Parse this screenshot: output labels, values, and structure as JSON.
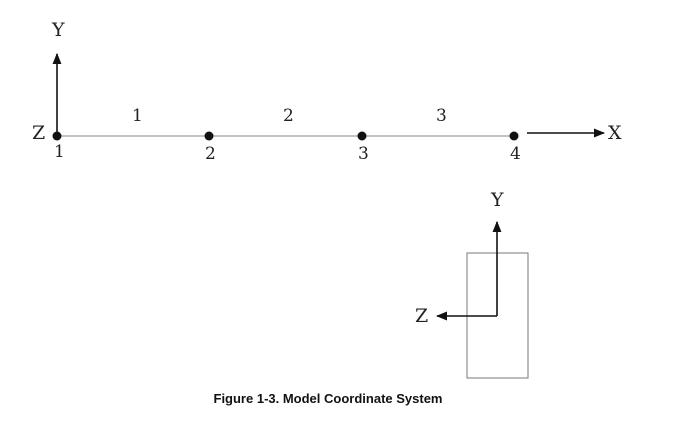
{
  "figure": {
    "caption": "Figure 1-3. Model Coordinate System"
  },
  "model": {
    "axes": {
      "x": "X",
      "y": "Y",
      "z": "Z"
    },
    "nodes": [
      {
        "label": "1"
      },
      {
        "label": "2"
      },
      {
        "label": "3"
      },
      {
        "label": "4"
      }
    ],
    "elements": [
      {
        "label": "1"
      },
      {
        "label": "2"
      },
      {
        "label": "3"
      }
    ]
  },
  "section": {
    "axes": {
      "y": "Y",
      "z": "Z"
    }
  }
}
